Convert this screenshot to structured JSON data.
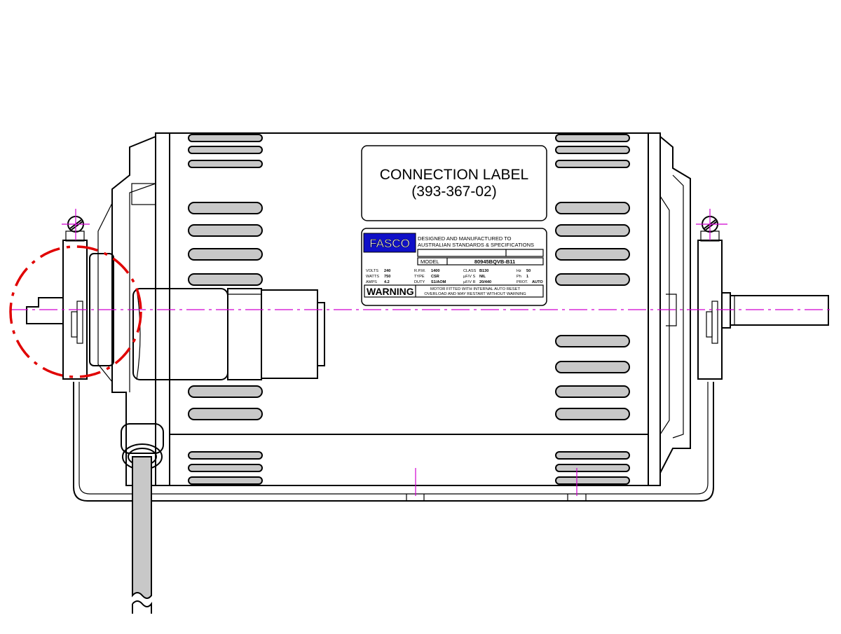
{
  "connection_label": {
    "title": "CONNECTION LABEL",
    "part_number": "(393-367-02)"
  },
  "nameplate": {
    "brand": "FASCO",
    "tagline_1": "DESIGNED AND MANUFACTURED TO",
    "tagline_2": "AUSTRALIAN STANDARDS & SPECIFICATIONS",
    "model_label": "MODEL",
    "model_value": "80945BQVB-B11",
    "specs": {
      "volts_label": "VOLTS",
      "volts_value": "240",
      "watts_label": "WATTS",
      "watts_value": "750",
      "amps_label": "AMPS",
      "amps_value": "4.2",
      "rpm_label": "R.P.M.",
      "rpm_value": "1400",
      "type_label": "TYPE",
      "type_value": "CSR",
      "duty_label": "DUTY",
      "duty_value": "S1/AOM",
      "class_label": "CLASS",
      "class_value": "B130",
      "ufvs_label": "µF/V S",
      "ufvs_value": "NIL",
      "ufvr_label": "µF/V R",
      "ufvr_value": "20/440",
      "hz_label": "Hz",
      "hz_value": "50",
      "ph_label": "Ph",
      "ph_value": "1",
      "prot_label": "PROT.",
      "prot_value": "AUTO"
    },
    "warning_title": "WARNING",
    "warning_line_1": "MOTOR FITTED WITH INTERNAL AUTO RESET",
    "warning_line_2": "OVERLOAD AND MAY RESTART WITHOUT WARNING"
  },
  "colors": {
    "brand_blue": "#1010c8",
    "slot_grey": "#c8c8c8",
    "centerline_magenta": "#d000d0",
    "detail_circle_red": "#e00000"
  }
}
